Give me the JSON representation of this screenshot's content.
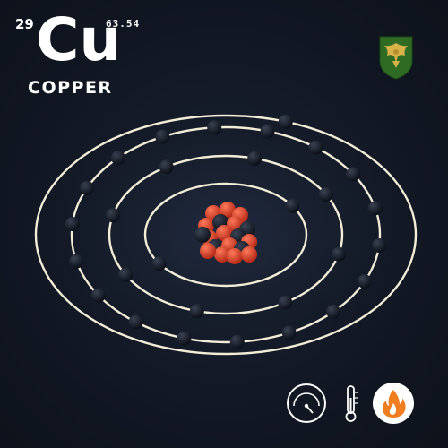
{
  "element": {
    "atomic_number": "29",
    "symbol": "Cu",
    "atomic_mass": "63.54",
    "name": "COPPER"
  },
  "shells": {
    "electron_counts": [
      2,
      8,
      18,
      1
    ]
  },
  "icons": {
    "badge": "eagle-insignia-icon",
    "pressure": "gauge-icon",
    "temperature": "thermometer-icon",
    "state": "flame-icon"
  },
  "colors": {
    "background": "#121824",
    "orbit": "#f3ecd6",
    "electron": "#161b26",
    "proton": "#e24a2f",
    "neutron": "#1c2230",
    "flame_accent": "#f07d1f",
    "badge_green": "#2f6b22"
  }
}
